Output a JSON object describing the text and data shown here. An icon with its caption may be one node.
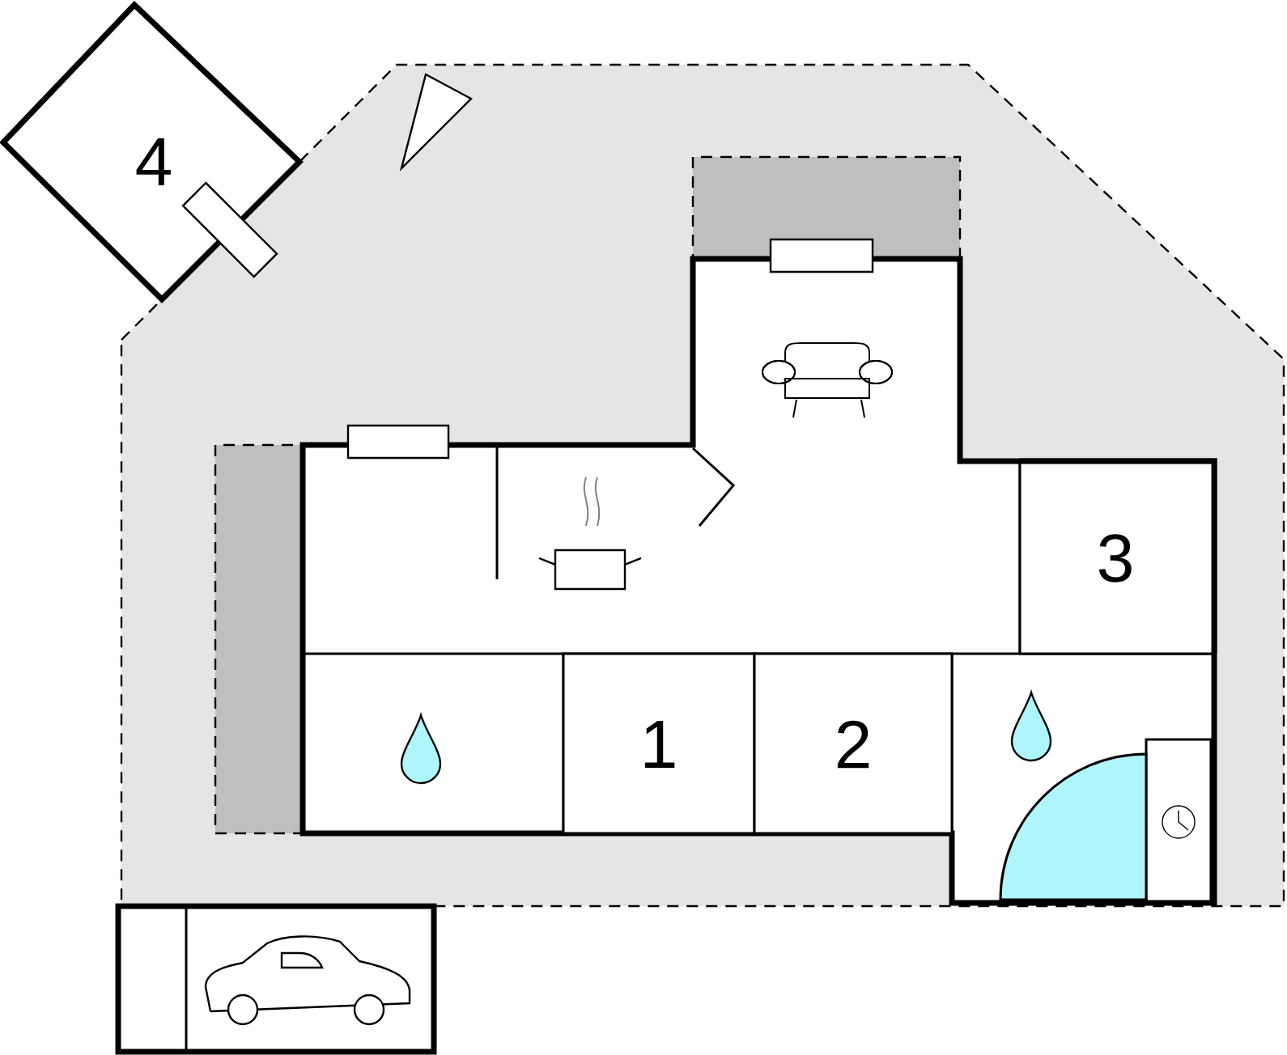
{
  "diagram": {
    "nodes": [
      {
        "text": [
          "4"
        ]
      },
      {
        "text": [
          "3"
        ]
      },
      {
        "text": [
          "1"
        ]
      },
      {
        "text": [
          "2"
        ]
      },
      {
        "text": [],
        "shape": "box"
      },
      {
        "text": [],
        "shape": "box"
      }
    ]
  }
}
